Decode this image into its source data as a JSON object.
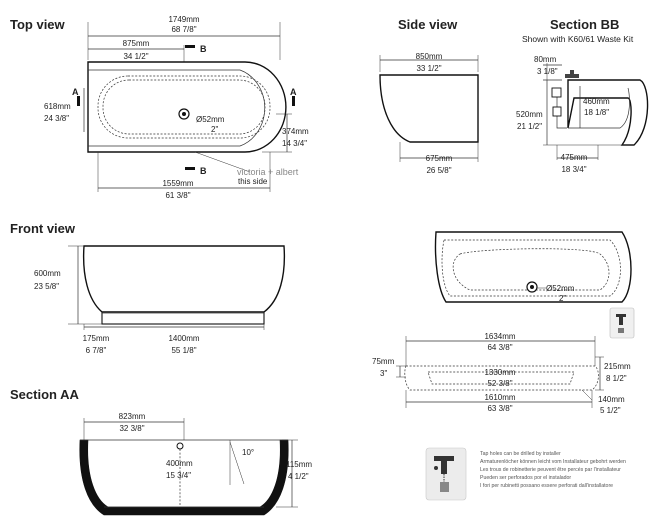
{
  "views": {
    "top": "Top view",
    "side": "Side view",
    "section_bb": "Section BB",
    "section_bb_sub": "Shown with K60/61 Waste Kit",
    "front": "Front view",
    "section_aa": "Section AA"
  },
  "markers": {
    "a": "A",
    "b": "B"
  },
  "top_view": {
    "overall_mm": "1749mm",
    "overall_in": "68 7/8\"",
    "half_mm": "875mm",
    "half_in": "34 1/2\"",
    "depth_mm": "618mm",
    "depth_in": "24 3/8\"",
    "waste_mm": "Ø52mm",
    "waste_in": "2\"",
    "inner_mm": "374mm",
    "inner_in": "14 3/4\"",
    "bottom_mm": "1559mm",
    "bottom_in": "61 3/8\"",
    "brand": "victoria + albert",
    "this_side": "this side"
  },
  "side_view": {
    "top_mm": "850mm",
    "top_in": "33 1/2\"",
    "base_mm": "675mm",
    "base_in": "26 5/8\""
  },
  "section_bb": {
    "d80_mm": "80mm",
    "d80_in": "3 1/8\"",
    "d520_mm": "520mm",
    "d520_in": "21 1/2\"",
    "d460_mm": "460mm",
    "d460_in": "18 1/8\"",
    "d475_mm": "475mm",
    "d475_in": "18 3/4\""
  },
  "front_view": {
    "height_mm": "600mm",
    "height_in": "23 5/8\"",
    "plinth_mm": "175mm",
    "plinth_in": "6 7/8\"",
    "base_mm": "1400mm",
    "base_in": "55 1/8\""
  },
  "section_aa": {
    "width_mm": "823mm",
    "width_in": "32 3/8\"",
    "inner_mm": "400mm",
    "inner_in": "15 3/4\"",
    "angle": "10°",
    "depth_mm": "115mm",
    "depth_in": "4 1/2\""
  },
  "plan_detail": {
    "waste_mm": "Ø52mm",
    "waste_in": "2\"",
    "top_mm": "1634mm",
    "top_in": "64 3/8\"",
    "left_mm": "75mm",
    "left_in": "3\"",
    "mid_mm": "1330mm",
    "mid_in": "52 3/8\"",
    "right_mm": "215mm",
    "right_in": "8 1/2\"",
    "bottom_mm": "1610mm",
    "bottom_in": "63 3/8\"",
    "corner_mm": "140mm",
    "corner_in": "5 1/2\""
  },
  "tap_note": [
    "Tap holes can be drilled by installer",
    "Armaturenlöcher können leicht vom Installateur gebohrt werden",
    "Les trous de robinetterie peuvent être percés par l'installateur",
    "Pueden ser perforados por el instalador",
    "I fori per rubinetti possano essere perforati dall'installatore"
  ]
}
